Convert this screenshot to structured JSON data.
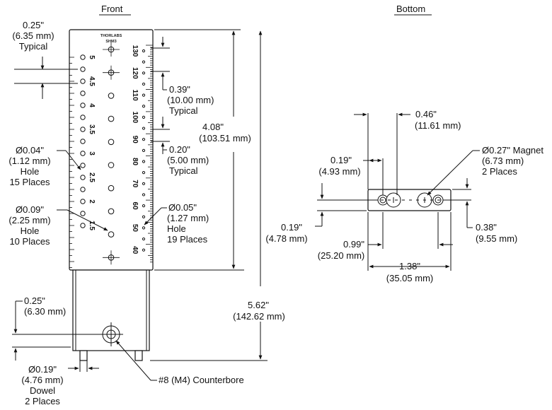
{
  "views": {
    "front_title": "Front",
    "bottom_title": "Bottom"
  },
  "front_labels": {
    "edge_offset": [
      "0.25\"",
      "(6.35 mm)",
      "Typical"
    ],
    "height_top": [
      "4.08\"",
      "(103.51 mm)"
    ],
    "big_spacing": [
      "0.39\"",
      "(10.00 mm)",
      "Typical"
    ],
    "small_spacing": [
      "0.20\"",
      "(5.00 mm)",
      "Typical"
    ],
    "small_hole": [
      "Ø0.04\"",
      "(1.12 mm)",
      "Hole",
      "15 Places"
    ],
    "large_hole": [
      "Ø0.09\"",
      "(2.25 mm)",
      "Hole",
      "10 Places"
    ],
    "tiny_hole": [
      "Ø0.05\"",
      "(1.27 mm)",
      "Hole",
      "19 Places"
    ],
    "base_offset": [
      "0.25\"",
      "(6.30 mm)"
    ],
    "total_height": [
      "5.62\"",
      "(142.62 mm)"
    ],
    "dowel": [
      "Ø0.19\"",
      "(4.76 mm)",
      "Dowel",
      "2 Places"
    ],
    "counterbore": "#8 (M4) Counterbore",
    "logo_line1": "THORLABS",
    "logo_line2": "SHM3"
  },
  "scales": {
    "left_ticks": [
      "5",
      "4.5",
      "4",
      "3.5",
      "3",
      "2.5",
      "2",
      "1.5"
    ],
    "right_ticks": [
      "130",
      "120",
      "110",
      "100",
      "90",
      "80",
      "70",
      "60",
      "50",
      "40"
    ]
  },
  "bottom_labels": {
    "magnet_offset": [
      "0.46\"",
      "(11.61 mm)"
    ],
    "edge_offset": [
      "0.19\"",
      "(4.93 mm)"
    ],
    "magnet": [
      "Ø0.27\" Magnet",
      "(6.73 mm)",
      "2 Places"
    ],
    "side_offset": [
      "0.19\"",
      "(4.78 mm)"
    ],
    "center_dist": [
      "0.99\"",
      "(25.20 mm)"
    ],
    "width_offset": [
      "0.38\"",
      "(9.55 mm)"
    ],
    "overall_width": [
      "1.38\"",
      "(35.05 mm)"
    ]
  }
}
